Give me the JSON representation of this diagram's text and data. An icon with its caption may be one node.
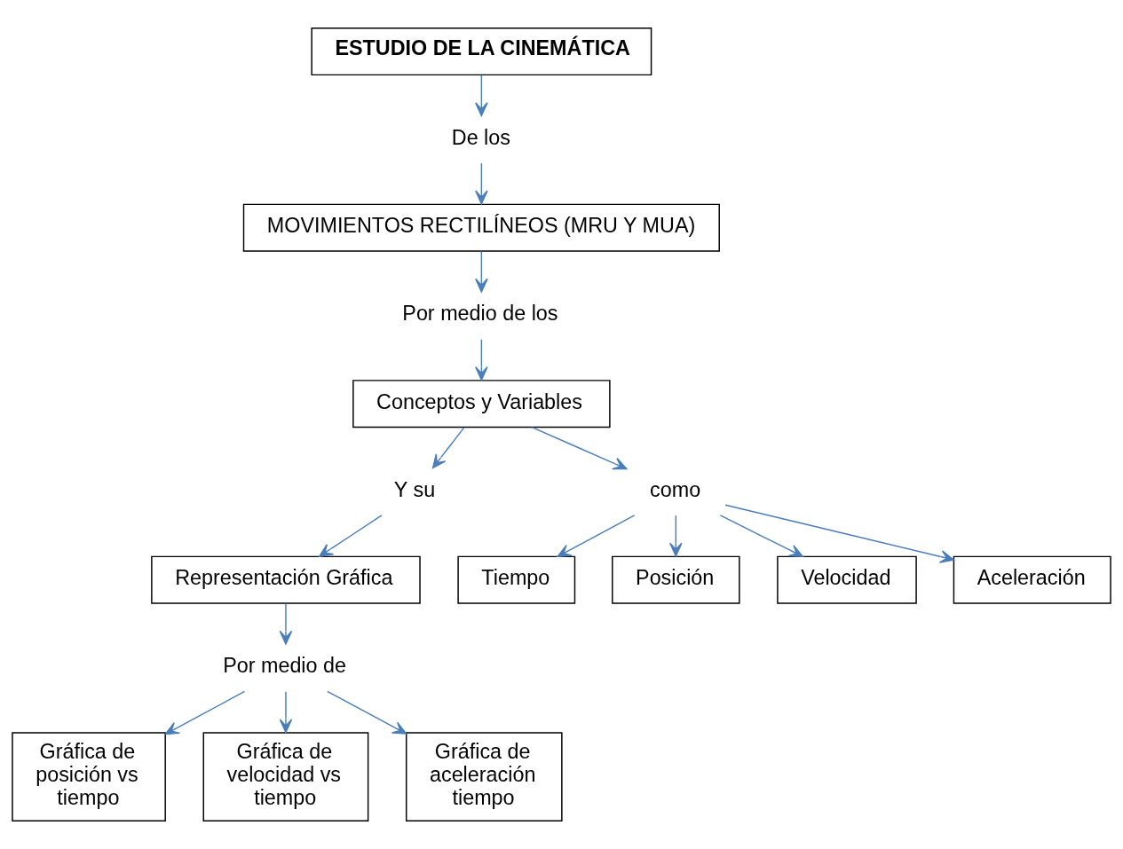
{
  "diagram": {
    "nodes": [
      {
        "text": [
          "ESTUDIO DE LA CINEMÁTICA"
        ]
      },
      {
        "text": [
          "De los"
        ]
      },
      {
        "text": [
          "MOVIMIENTOS RECTILÍNEOS (MRU Y MUA)"
        ]
      },
      {
        "text": [
          "Por medio de los"
        ]
      },
      {
        "text": [
          "Conceptos y Variables"
        ]
      },
      {
        "text": [
          "Y su"
        ]
      },
      {
        "text": [
          "como"
        ]
      },
      {
        "text": [
          "Representación Gráfica"
        ]
      },
      {
        "text": [
          "Tiempo"
        ]
      },
      {
        "text": [
          "Posición"
        ]
      },
      {
        "text": [
          "Velocidad"
        ]
      },
      {
        "text": [
          "Aceleración"
        ]
      },
      {
        "text": [
          "Por medio de"
        ]
      },
      {
        "text": [
          "Gráfica de posición vs tiempo"
        ]
      },
      {
        "text": [
          "Gráfica de velocidad vs tiempo"
        ]
      },
      {
        "text": [
          "Gráfica de aceleración tiempo"
        ]
      }
    ],
    "edges": [
      {
        "from": 0,
        "to": 1,
        "arrow": "to"
      },
      {
        "from": 1,
        "to": 2,
        "arrow": "to"
      },
      {
        "from": 2,
        "to": 3,
        "arrow": "to"
      },
      {
        "from": 3,
        "to": 4,
        "arrow": "to"
      },
      {
        "from": 4,
        "to": 5,
        "arrow": "to"
      },
      {
        "from": 5,
        "to": 7,
        "arrow": "to"
      },
      {
        "from": 4,
        "to": 6,
        "arrow": "to"
      },
      {
        "from": 6,
        "to": 8,
        "arrow": "to"
      },
      {
        "from": 6,
        "to": 9,
        "arrow": "to"
      },
      {
        "from": 6,
        "to": 10,
        "arrow": "to"
      },
      {
        "from": 6,
        "to": 11,
        "arrow": "to"
      },
      {
        "from": 7,
        "to": 12,
        "arrow": "to"
      },
      {
        "from": 12,
        "to": 13,
        "arrow": "to"
      },
      {
        "from": 12,
        "to": 14,
        "arrow": "to"
      },
      {
        "from": 12,
        "to": 15,
        "arrow": "to"
      }
    ]
  }
}
